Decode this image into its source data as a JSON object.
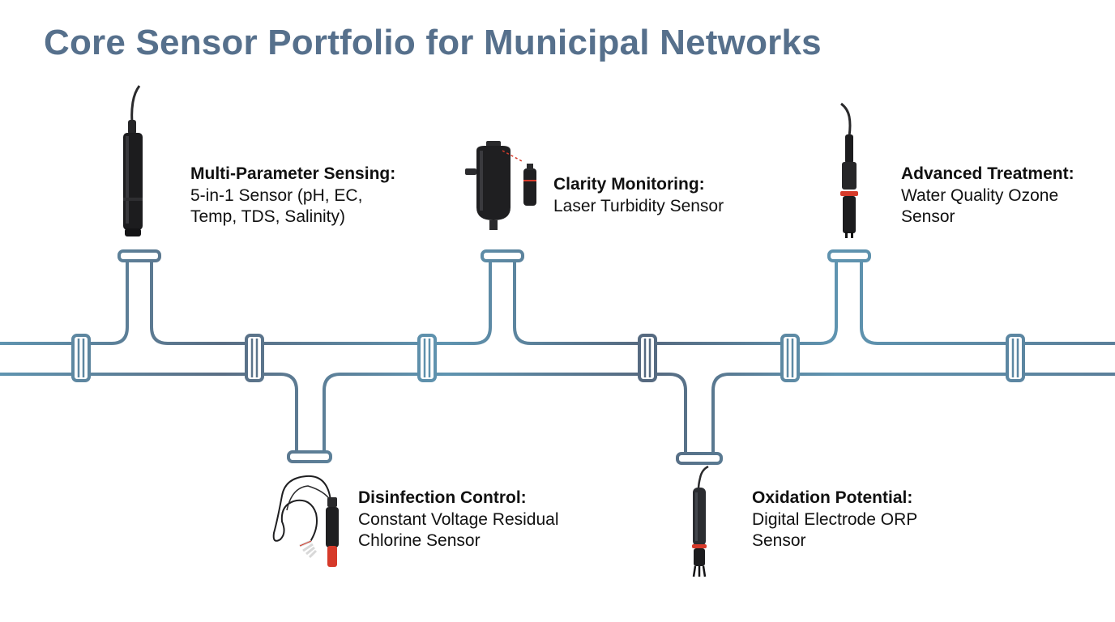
{
  "title": "Core Sensor Portfolio for Municipal Networks",
  "colors": {
    "title": "#56708c",
    "pipe_blue": "#5b90ac",
    "pipe_slate": "#576d83",
    "accent_red": "#d63a2a",
    "sensor_dark": "#1c1c1e"
  },
  "sensors": [
    {
      "heading": "Multi-Parameter Sensing:",
      "description": "5-in-1 Sensor (pH, EC, Temp, TDS, Salinity)",
      "icon": "multi-parameter-probe-icon"
    },
    {
      "heading": "Clarity Monitoring:",
      "description": "Laser Turbidity Sensor",
      "icon": "turbidity-sensor-icon"
    },
    {
      "heading": "Advanced Treatment:",
      "description": "Water Quality Ozone Sensor",
      "icon": "ozone-probe-icon"
    },
    {
      "heading": "Disinfection Control:",
      "description": "Constant Voltage Residual Chlorine Sensor",
      "icon": "chlorine-electrode-icon"
    },
    {
      "heading": "Oxidation Potential:",
      "description": "Digital Electrode ORP Sensor",
      "icon": "orp-electrode-icon"
    }
  ]
}
